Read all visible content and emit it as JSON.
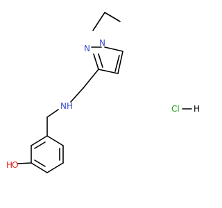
{
  "molecule": {
    "atom_labels": {
      "pyrazole_n1": "N",
      "pyrazole_n2": "N",
      "amine_n": "N",
      "amine_h": "H",
      "hydroxyl_o": "O",
      "hydroxyl_h": "H"
    },
    "salt": {
      "cl": "Cl",
      "h": "H"
    }
  },
  "colors": {
    "nitrogen": "#3b4ccb",
    "oxygen": "#e2231a",
    "chlorine": "#1aa01a",
    "bond": "#000000"
  }
}
